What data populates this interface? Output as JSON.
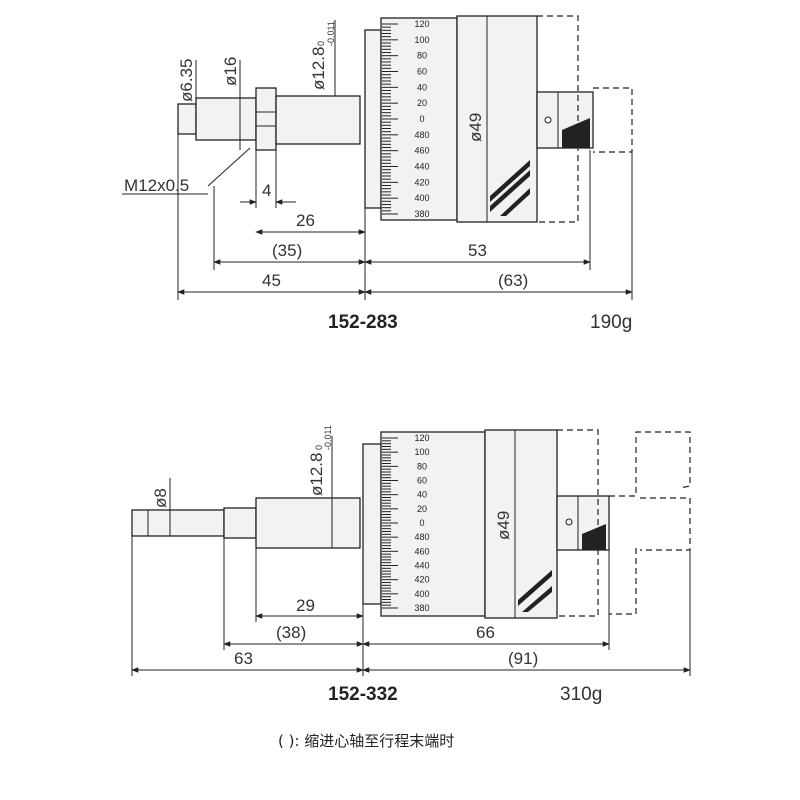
{
  "top": {
    "model": "152-283",
    "weight": "190g",
    "dims": {
      "d635": "ø6.35",
      "d16": "ø16",
      "d128": "ø12.8",
      "d128_tol": "-0.011",
      "d128_tol_hi": "0",
      "d49": "ø49",
      "thread": "M12x0.5",
      "four": "4",
      "twentysix": "26",
      "thirtyfive": "(35)",
      "fiftythree": "53",
      "fortyfive": "45",
      "sixtythree": "(63)"
    },
    "scale": [
      "120",
      "100",
      "80",
      "60",
      "40",
      "20",
      "0",
      "480",
      "460",
      "440",
      "420",
      "400",
      "380"
    ]
  },
  "bottom": {
    "model": "152-332",
    "weight": "310g",
    "dims": {
      "d8": "ø8",
      "d128": "ø12.8",
      "d128_tol": "-0.011",
      "d128_tol_hi": "0",
      "d49": "ø49",
      "twentynine": "29",
      "thirtyeight": "(38)",
      "sixtysix": "66",
      "sixtythree": "63",
      "ninetyone": "(91)"
    },
    "scale": [
      "120",
      "100",
      "80",
      "60",
      "40",
      "20",
      "0",
      "480",
      "460",
      "440",
      "420",
      "400",
      "380"
    ]
  },
  "note": "( ): 缩进心轴至行程末端时"
}
